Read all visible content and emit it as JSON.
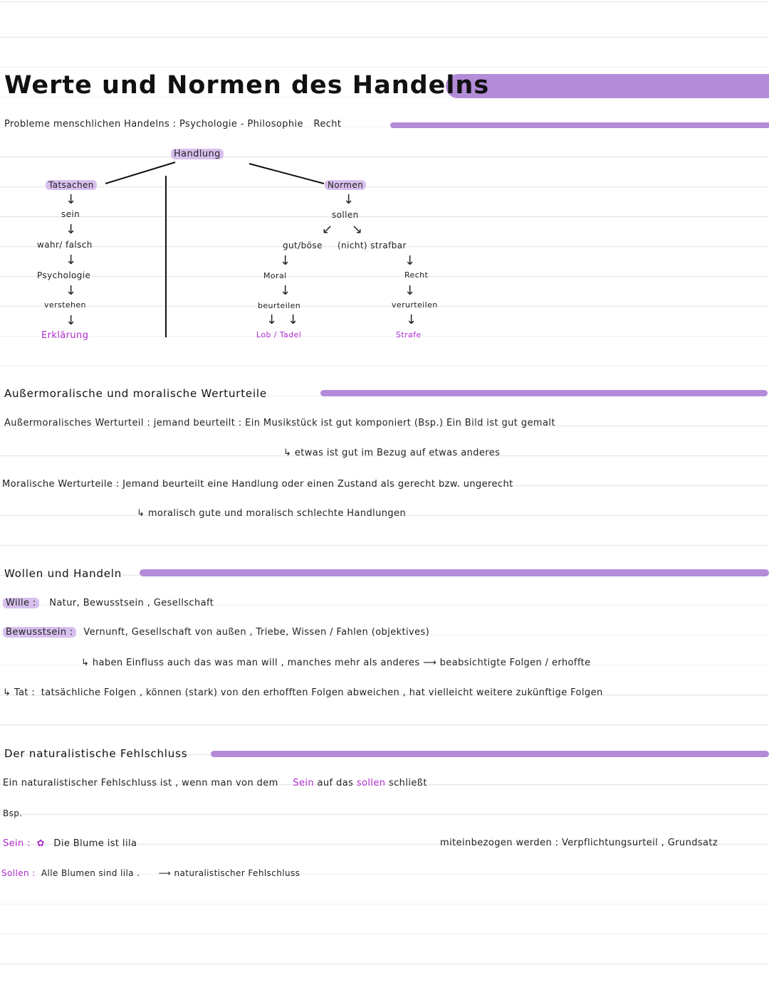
{
  "title": "Werte und Normen des Handelns",
  "line1": {
    "prefix": "Probleme menschlichen Handelns :",
    "items": "Psychologie - Philosophie",
    "last": "Recht"
  },
  "diagram": {
    "root": "Handlung",
    "left": {
      "label": "Tatsachen",
      "steps": [
        "sein",
        "wahr/ falsch",
        "Psychologie",
        "verstehen"
      ],
      "result": "Erklärung"
    },
    "right": {
      "label": "Normen",
      "step": "sollen",
      "branch_left": "gut/böse",
      "branch_right": "(nicht) strafbar",
      "moral": [
        "Moral",
        "beurteilen"
      ],
      "moral_result": "Lob / Tadel",
      "recht": [
        "Recht",
        "verurteilen"
      ],
      "recht_result": "Strafe"
    }
  },
  "section2": {
    "heading": "Außermoralische und moralische Werturteile",
    "line1": "Außermoralisches Werturteil : jemand beurteilt : Ein Musikstück ist gut komponiert (Bsp.) Ein Bild ist gut gemalt",
    "line2": "↳ etwas ist gut im Bezug auf etwas anderes",
    "line3": "Moralische Werturteile : Jemand beurteilt eine Handlung oder einen Zustand als gerecht bzw. ungerecht",
    "line4": "↳ moralisch gute und moralisch schlechte Handlungen"
  },
  "section3": {
    "heading": "Wollen und Handeln",
    "wille_label": "Wille :",
    "wille_text": "Natur, Bewusstsein , Gesellschaft",
    "bew_label": "Bewusstsein :",
    "bew_text": "Vernunft, Gesellschaft von außen , Triebe, Wissen / Fahlen (objektives)",
    "line3": "↳ haben Einfluss auch das was man will , manches mehr als anderes ⟶ beabsichtigte Folgen / erhoffte",
    "tat_label": "↳ Tat :",
    "tat_text": "tatsächliche Folgen , können (stark) von den erhofften Folgen abweichen , hat vielleicht weitere zukünftige Folgen"
  },
  "section4": {
    "heading": "Der naturalistische Fehlschluss",
    "def_prefix": "Ein naturalistischer Fehlschluss ist , wenn man von dem",
    "def_sein": "Sein",
    "def_mid": "auf das",
    "def_sollen": "sollen",
    "def_end": "schließt",
    "bsp": "Bsp.",
    "sein_label": "Sein :",
    "sein_text": "Die Blume ist lila",
    "right_note": "miteinbezogen werden : Verpflichtungsurteil , Grundsatz",
    "sollen_label": "Sollen :",
    "sollen_text": "Alle Blumen sind lila .",
    "conclusion": "⟶ naturalistischer Fehlschluss"
  },
  "colors": {
    "accent": "#b38bd8",
    "highlight": "#d8c0ee",
    "purple_text": "#b02ccf"
  }
}
